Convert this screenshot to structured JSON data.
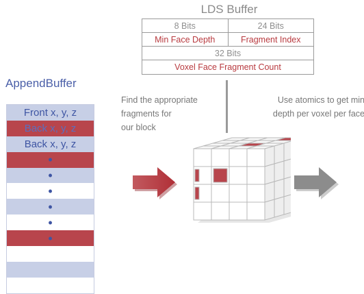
{
  "lds_buffer": {
    "title": "LDS Buffer",
    "rows": [
      [
        "8 Bits",
        "24 Bits"
      ],
      [
        "Min Face Depth",
        "Fragment Index"
      ],
      [
        "32 Bits"
      ],
      [
        "Voxel Face Fragment Count"
      ]
    ]
  },
  "append_buffer": {
    "title": "AppendBuffer",
    "rows": [
      {
        "text": "Front x, y, z",
        "color": "blue"
      },
      {
        "text": "Back x, y, z",
        "color": "red"
      },
      {
        "text": "Back x, y, z",
        "color": "blue"
      },
      {
        "text": "•",
        "color": "red"
      },
      {
        "text": "•",
        "color": "blue"
      },
      {
        "text": "•",
        "color": "white"
      },
      {
        "text": "•",
        "color": "blue"
      },
      {
        "text": "•",
        "color": "white"
      },
      {
        "text": "•",
        "color": "red"
      },
      {
        "text": "",
        "color": "white"
      },
      {
        "text": "",
        "color": "blue"
      },
      {
        "text": "",
        "color": "white"
      }
    ]
  },
  "annotations": {
    "left": [
      "Find the appropriate",
      "fragments for",
      "our block"
    ],
    "right": [
      "Use atomics to get min",
      "depth per voxel per face"
    ]
  },
  "colors": {
    "red": "#b8454c",
    "blue": "#c7cfe6",
    "gray": "#8f8f8f",
    "text_blue": "#3e55a3"
  }
}
